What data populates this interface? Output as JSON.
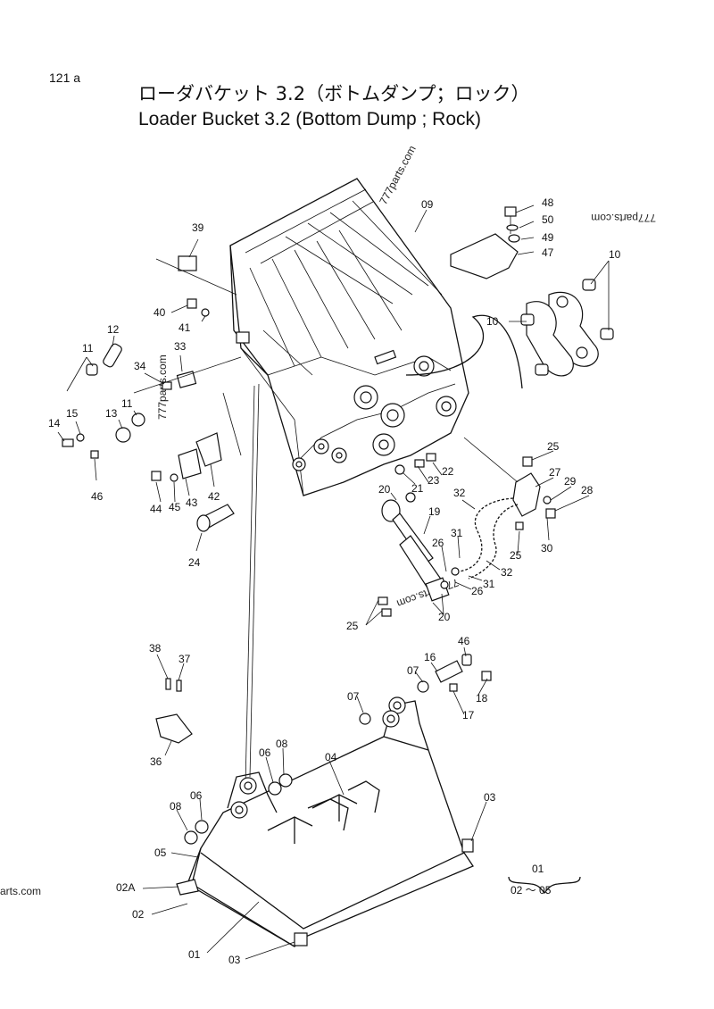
{
  "page_number": "121 a",
  "title_jp": "ローダバケット 3.2（ボトムダンプ；ロック）",
  "title_en": "Loader Bucket 3.2 (Bottom Dump ; Rock)",
  "watermarks": [
    "777parts.com",
    "777parts.com",
    "777parts.com",
    "777parts.com",
    "arts.com"
  ],
  "callouts": [
    "48",
    "50",
    "49",
    "47",
    "09",
    "10",
    "10",
    "39",
    "40",
    "41",
    "12",
    "11",
    "33",
    "34",
    "15",
    "14",
    "13",
    "11",
    "46",
    "42",
    "43",
    "44",
    "45",
    "24",
    "25",
    "27",
    "29",
    "28",
    "30",
    "22",
    "23",
    "21",
    "20",
    "32",
    "19",
    "26",
    "31",
    "32",
    "31",
    "26",
    "25",
    "25",
    "20",
    "46",
    "16",
    "07",
    "18",
    "17",
    "07",
    "38",
    "37",
    "36",
    "08",
    "06",
    "04",
    "03",
    "06",
    "08",
    "05",
    "02A",
    "02",
    "01",
    "03"
  ],
  "assembly_note": {
    "top": "01",
    "bottom": "02 ～ 05"
  }
}
